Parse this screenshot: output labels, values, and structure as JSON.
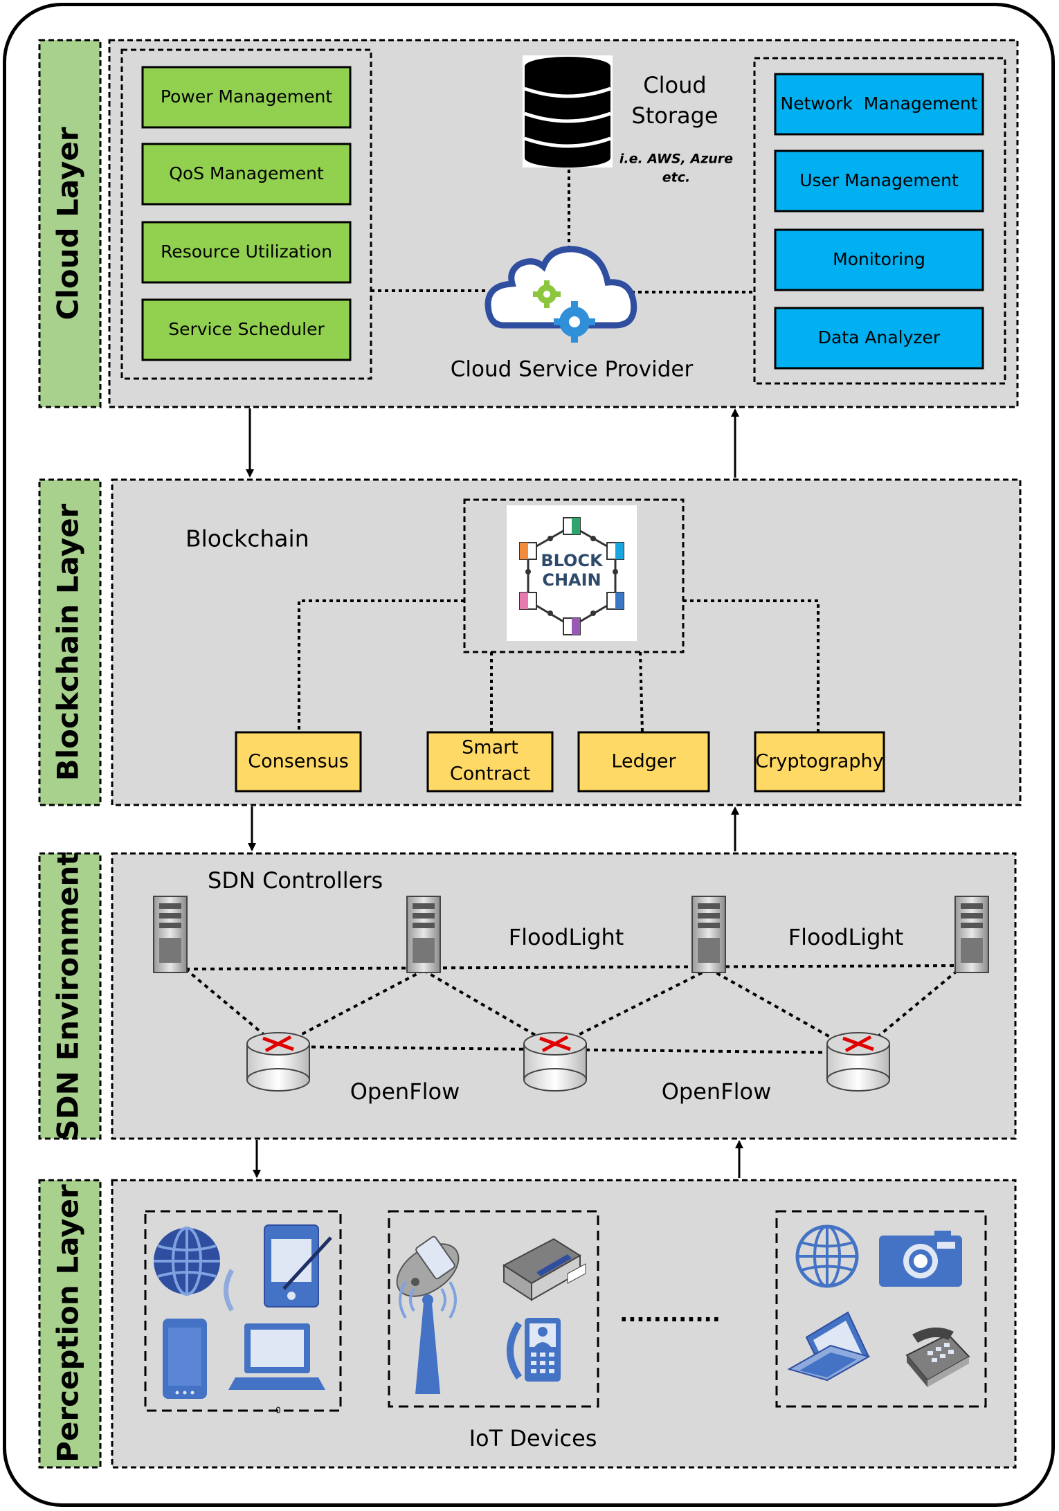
{
  "layers": {
    "cloud": "Cloud Layer",
    "blockchain": "Blockchain Layer",
    "sdn": "SDN Environment",
    "perception": "Perception Layer"
  },
  "cloud": {
    "left_modules": [
      "Power Management",
      "QoS Management",
      "Resource Utilization",
      "Service Scheduler"
    ],
    "right_modules": [
      "Network  Management",
      "User Management",
      "Monitoring",
      "Data Analyzer"
    ],
    "storage_line1": "Cloud",
    "storage_line2": "Storage",
    "storage_note_line1": "i.e. AWS, Azure",
    "storage_note_line2": "etc.",
    "provider": "Cloud Service Provider"
  },
  "blockchain": {
    "title": "Blockchain",
    "logo_line1": "BLOCK",
    "logo_line2": "CHAIN",
    "consensus": "Consensus",
    "smart_contract_line1": "Smart",
    "smart_contract_line2": "Contract",
    "ledger": "Ledger",
    "cryptography": "Cryptography"
  },
  "sdn": {
    "controllers": "SDN Controllers",
    "floodlight_1": "FloodLight",
    "floodlight_2": "FloodLight",
    "openflow_1": "OpenFlow",
    "openflow_2": "OpenFlow"
  },
  "perception": {
    "iot_devices": "IoT Devices",
    "dots": "............",
    "zero": "0"
  },
  "colors": {
    "layer_label": "#a9d18e",
    "panel": "#d9d9d9",
    "green_module": "#92d050",
    "blue_module": "#00b0f0",
    "yellow_module": "#ffd966",
    "device_blue": "#4472c4"
  }
}
